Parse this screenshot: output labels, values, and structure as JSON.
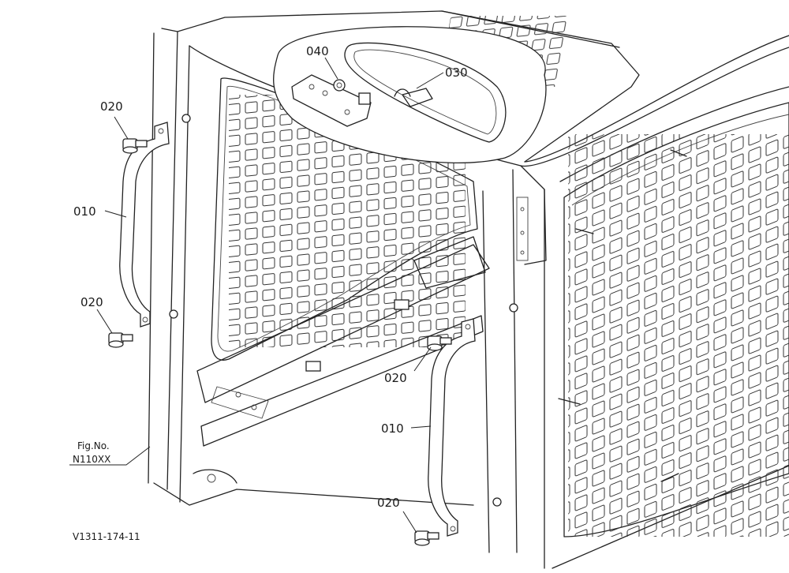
{
  "figure": {
    "fig_label": "Fig.No.",
    "fig_number": "N110XX",
    "drawing_code": "V1311-174-11"
  },
  "callouts": [
    {
      "id": "c1",
      "text": "020"
    },
    {
      "id": "c2",
      "text": "010"
    },
    {
      "id": "c3",
      "text": "020"
    },
    {
      "id": "c4",
      "text": "040"
    },
    {
      "id": "c5",
      "text": "030"
    },
    {
      "id": "c6",
      "text": "020"
    },
    {
      "id": "c7",
      "text": "010"
    },
    {
      "id": "c8",
      "text": "020"
    }
  ]
}
